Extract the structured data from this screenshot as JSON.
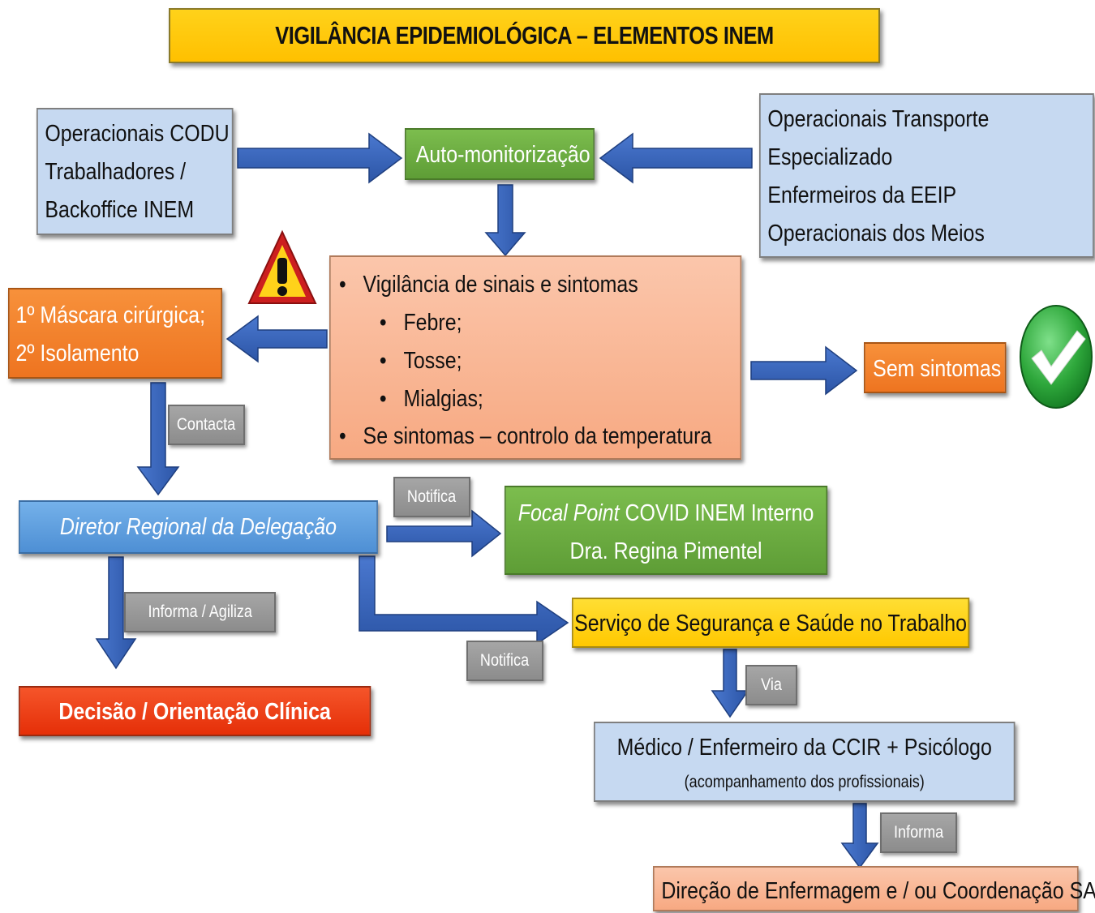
{
  "title": "VIGILÂNCIA EPIDEMIOLÓGICA – ELEMENTOS INEM",
  "nodes": {
    "codu": [
      "Operacionais CODU",
      "Trabalhadores /",
      "Backoffice INEM"
    ],
    "auto": "Auto-monitorização",
    "transport": [
      "Operacionais Transporte",
      "Especializado",
      "Enfermeiros da EEIP",
      "Operacionais dos Meios"
    ],
    "vigilancia": {
      "main": "Vigilância de sinais e sintomas",
      "items": [
        "Febre;",
        "Tosse;",
        "Mialgias;"
      ],
      "last": "Se sintomas – controlo da temperatura"
    },
    "mascara": [
      "1º Máscara cirúrgica;",
      "2º Isolamento"
    ],
    "sem_sintomas": "Sem sintomas",
    "diretor": "Diretor Regional da Delegação",
    "focal": {
      "italic": "Focal Point",
      "rest": " COVID INEM Interno",
      "line2": "Dra. Regina Pimentel"
    },
    "servico": "Serviço de Segurança e Saúde no Trabalho",
    "decisao": "Decisão / Orientação Clínica",
    "medico": {
      "line1": "Médico / Enfermeiro da CCIR + Psicólogo",
      "line2": "(acompanhamento dos profissionais)"
    },
    "direcao": "Direção de Enfermagem e / ou Coordenação SAE"
  },
  "labels": {
    "contacta": "Contacta",
    "notifica1": "Notifica",
    "notifica2": "Notifica",
    "informa_agiliza": "Informa / Agiliza",
    "via": "Via",
    "informa": "Informa"
  },
  "icons": {
    "warning": "warning-triangle-icon",
    "check": "green-check-icon"
  },
  "colors": {
    "title_bg": "#ffcc00",
    "blue_light": "#c6d9f1",
    "green": "#70ad47",
    "orange": "#f5822a",
    "salmon": "#f9b99a",
    "blue_mid": "#5b9bd5",
    "red": "#f03c14",
    "yellow": "#ffd400",
    "arrow": "#3a64b8"
  }
}
